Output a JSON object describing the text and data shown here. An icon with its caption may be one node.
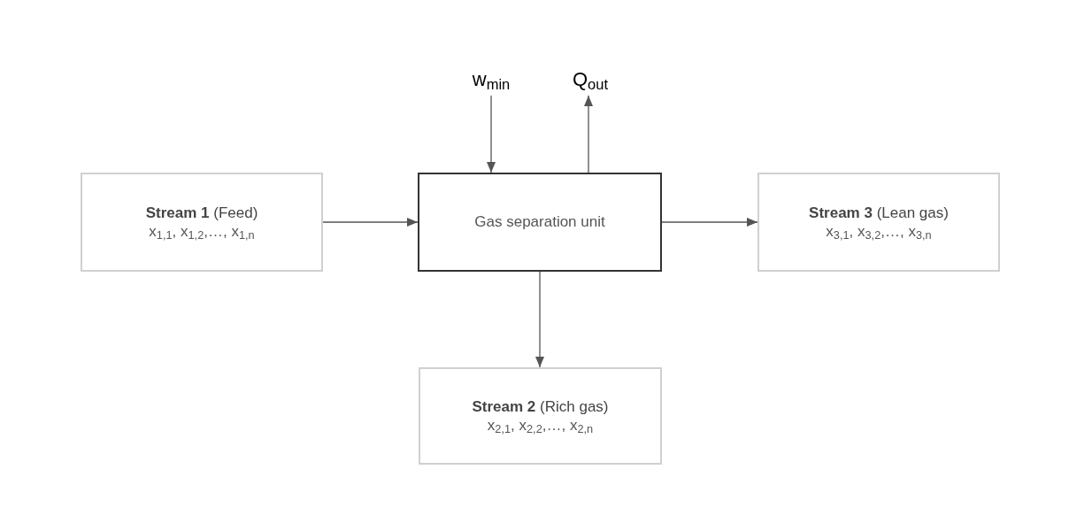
{
  "diagram": {
    "nodes": [
      {
        "text": [
          "w$_{min}$"
        ]
      },
      {
        "text": [
          "Q$_{out}$"
        ]
      },
      {
        "text": [
          "**Stream 1** (Feed)",
          "x$_{1,1}$, x$_{1,2}$,…, x$_{1,n}$"
        ]
      },
      {
        "text": [
          "Gas separation unit"
        ]
      },
      {
        "text": [
          "**Stream 3** (Lean gas)",
          "x$_{3,1}$, x$_{3,2}$,…, x$_{3,n}$"
        ]
      },
      {
        "text": [
          "**Stream 2** (Rich gas)",
          "x$_{2,1}$, x$_{2,2}$,…, x$_{2,n}$"
        ]
      }
    ],
    "edges": [
      {
        "from": 0,
        "to": 3,
        "arrow": "to"
      },
      {
        "from": 3,
        "to": 1,
        "arrow": "to"
      },
      {
        "from": 2,
        "to": 3,
        "arrow": "to"
      },
      {
        "from": 3,
        "to": 4,
        "arrow": "to"
      },
      {
        "from": 3,
        "to": 5,
        "arrow": "to"
      }
    ]
  }
}
